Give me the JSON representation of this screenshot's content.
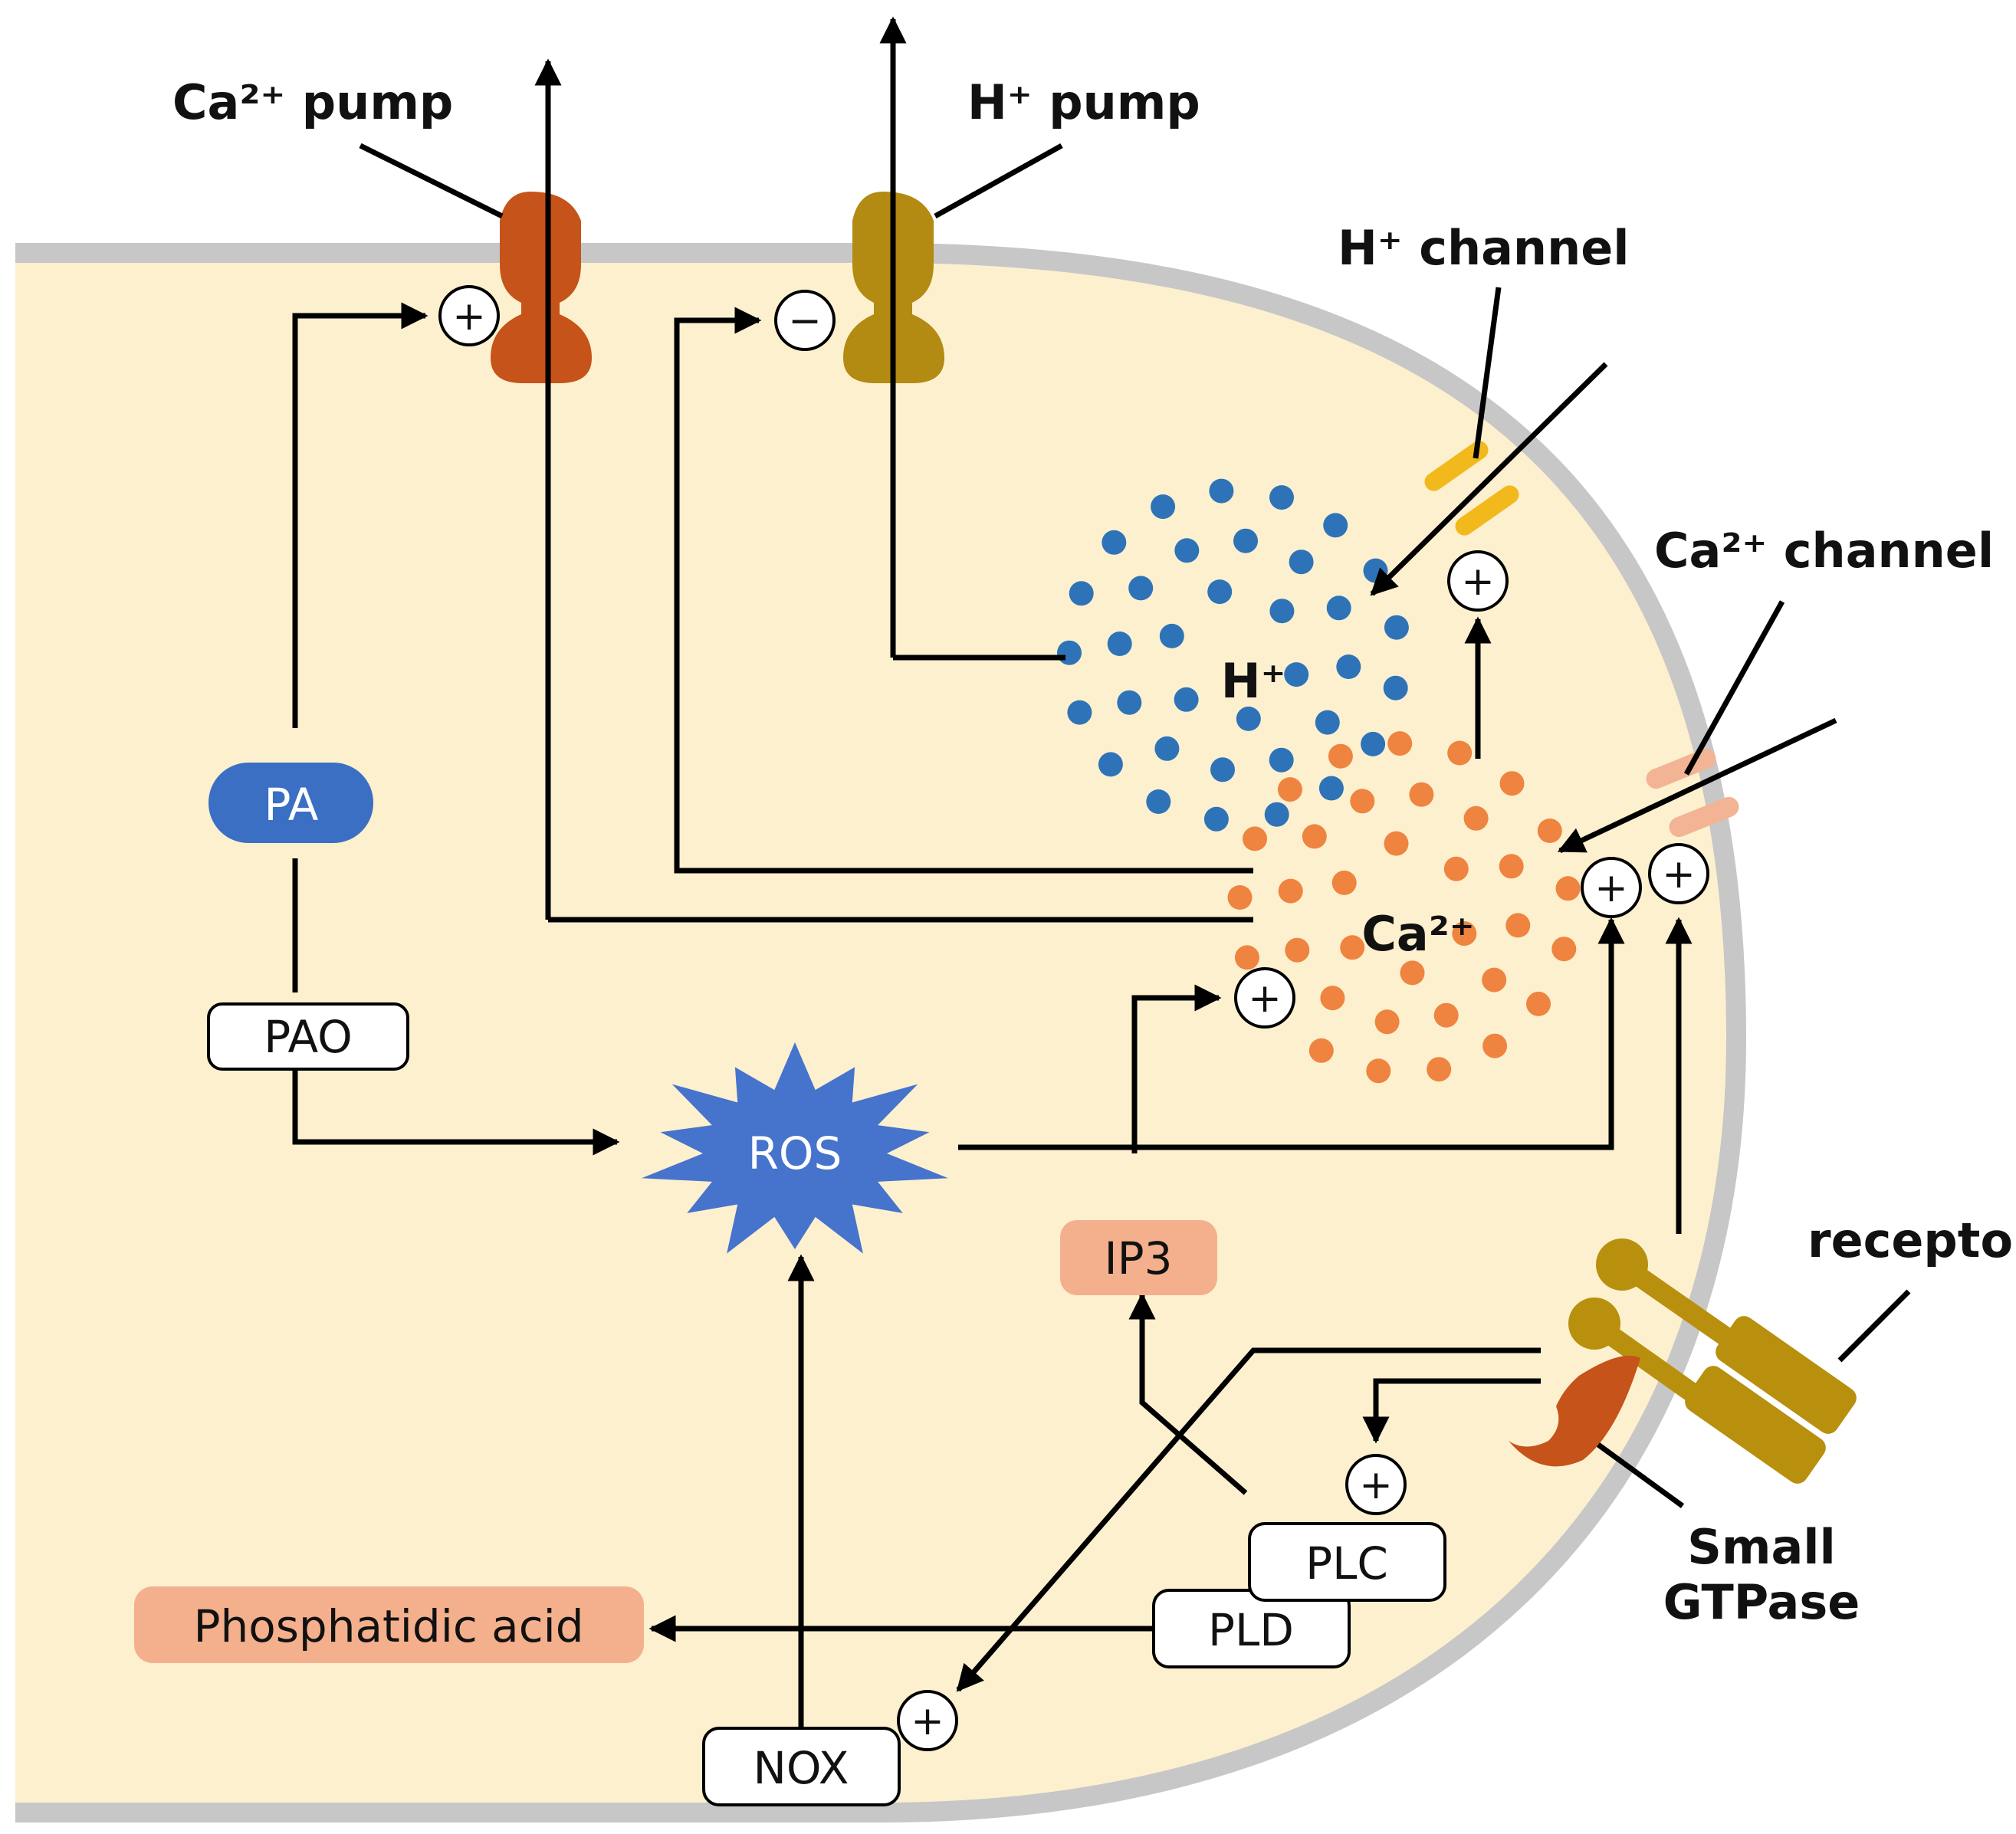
{
  "labels": {
    "ca_pump": "Ca²⁺ pump",
    "h_pump": "H⁺ pump",
    "h_channel": "H⁺ channel",
    "ca_channel": "Ca²⁺ channel",
    "receptor": "receptor",
    "small_gtpase_1": "Small",
    "small_gtpase_2": "GTPase",
    "h_cluster": "H⁺",
    "ca_cluster": "Ca²⁺",
    "pa": "PA",
    "pao": "PAO",
    "ros": "ROS",
    "ip3": "IP3",
    "plc": "PLC",
    "pld": "PLD",
    "nox": "NOX",
    "phosphatidic_acid": "Phosphatidic acid"
  },
  "signs": {
    "plus": "+",
    "minus": "−"
  },
  "colors": {
    "cytoplasm": "#fdf0cf",
    "membrane": "#c7c7c7",
    "ca_pump": "#c5531a",
    "h_pump": "#b38a12",
    "h_channel": "#f2b91c",
    "ca_channel": "#f2b494",
    "receptor": "#b8900e",
    "small_gtpase": "#c5531a",
    "h_ion": "#2e73b8",
    "ca_ion": "#ee8440",
    "pa_fill": "#3b6fc4",
    "ros_fill": "#4673cc",
    "ip3_fill": "#f4b08c",
    "pa_acid_fill": "#f4b08c"
  }
}
